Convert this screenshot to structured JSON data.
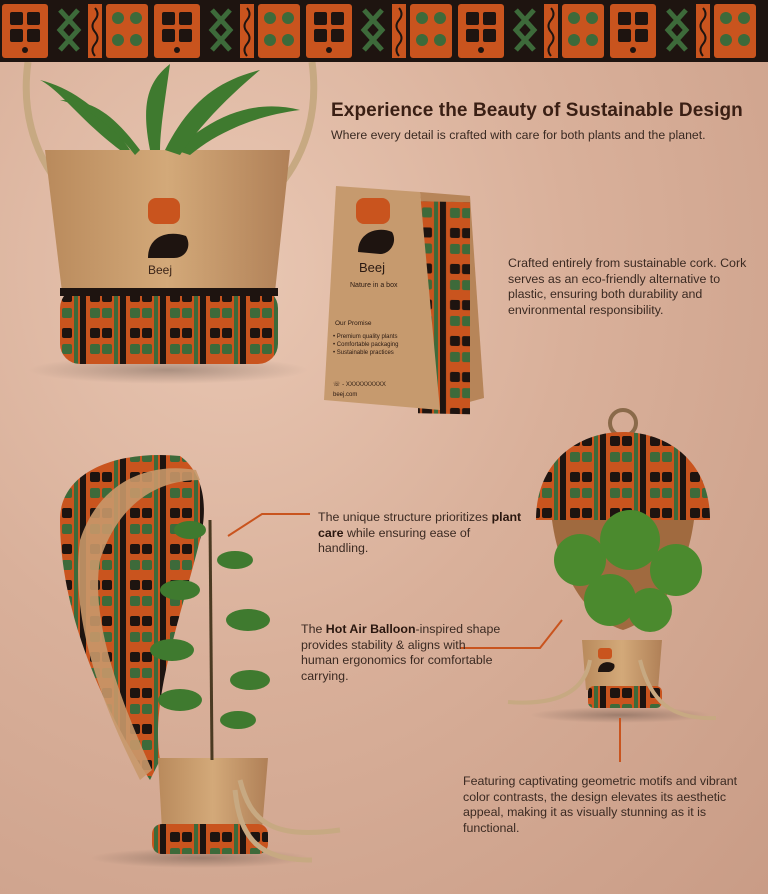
{
  "headline": "Experience the Beauty of Sustainable Design",
  "subheadline": "Where every detail is crafted with care for both plants and the planet.",
  "callouts": {
    "cork": "Crafted entirely from sustainable cork. Cork serves as an eco-friendly alternative to plastic, ensuring both durability and environmental responsibility.",
    "unique_prefix": "The unique structure prioritizes ",
    "unique_bold": "plant care",
    "unique_suffix": " while ensuring ease of handling.",
    "balloon_prefix": "The ",
    "balloon_bold": "Hot Air Balloon",
    "balloon_suffix": "-inspired shape provides stability & aligns with human ergonomics for comfortable carrying.",
    "motifs": "Featuring captivating geometric motifs and vibrant color contrasts, the design elevates its aesthetic appeal, making it as visually stunning as it is functional."
  },
  "card": {
    "brand": "Beej",
    "tagline": "Nature in a box",
    "promise_title": "Our Promise",
    "promise_items": [
      "• Premium quality plants",
      "• Comfortable packaging",
      "• Sustainable practices"
    ],
    "phone": "☏ - XXXXXXXXXX",
    "site": "beej.com"
  },
  "pot_brand": "Beej",
  "colors": {
    "accent_orange": "#c9541e",
    "pattern_dark": "#1e1410",
    "pattern_green": "#3d6a3a",
    "cork": "#c79a6a",
    "background": "#dcb4a0"
  }
}
